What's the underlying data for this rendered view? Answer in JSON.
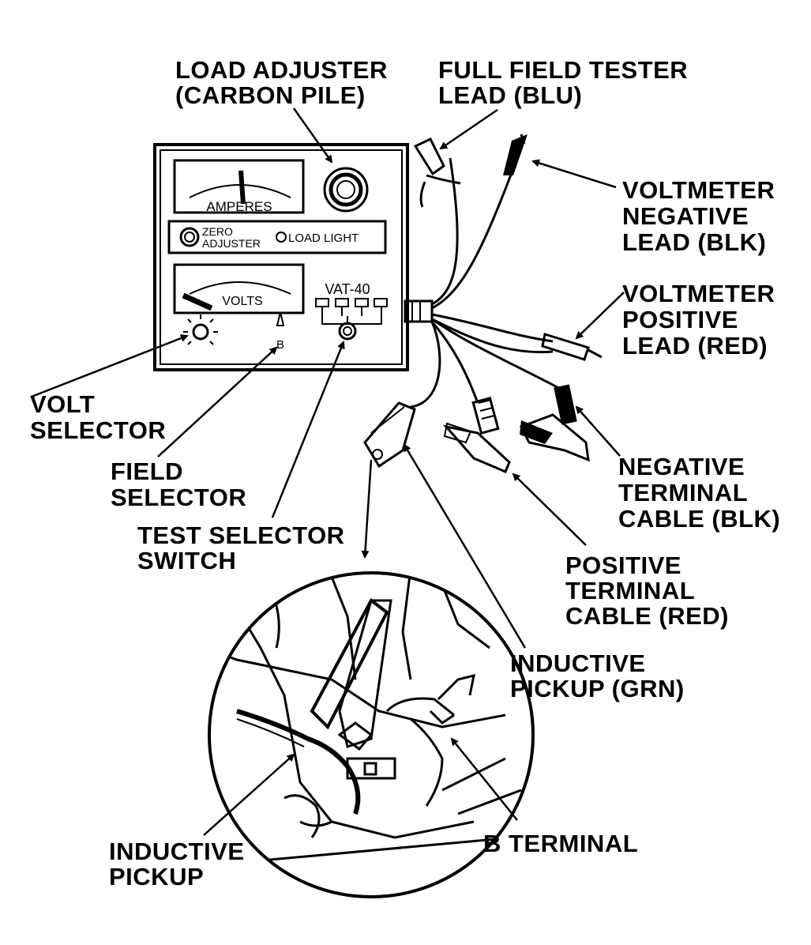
{
  "panel": {
    "ammeter_label": "AMPERES",
    "zero_adjuster_line1": "ZERO",
    "zero_adjuster_line2": "ADJUSTER",
    "load_light_label": "LOAD LIGHT",
    "voltmeter_label": "VOLTS",
    "field_selector_mark": "B",
    "model_label": "VAT-40"
  },
  "callouts": {
    "load_adjuster": [
      "LOAD ADJUSTER",
      "(CARBON PILE)"
    ],
    "full_field_tester_lead": [
      "FULL FIELD TESTER",
      "LEAD (BLU)"
    ],
    "voltmeter_negative_lead": [
      "VOLTMETER",
      "NEGATIVE",
      "LEAD (BLK)"
    ],
    "voltmeter_positive_lead": [
      "VOLTMETER",
      "POSITIVE",
      "LEAD (RED)"
    ],
    "volt_selector": [
      "VOLT",
      "SELECTOR"
    ],
    "field_selector": [
      "FIELD",
      "SELECTOR"
    ],
    "test_selector_switch": [
      "TEST SELECTOR",
      "SWITCH"
    ],
    "negative_terminal_cable": [
      "NEGATIVE",
      "TERMINAL",
      "CABLE (BLK)"
    ],
    "positive_terminal_cable": [
      "POSITIVE",
      "TERMINAL",
      "CABLE (RED)"
    ],
    "inductive_pickup_grn": [
      "INDUCTIVE",
      "PICKUP (GRN)"
    ],
    "inductive_pickup": [
      "INDUCTIVE",
      "PICKUP"
    ],
    "b_terminal": [
      "B TERMINAL"
    ]
  }
}
